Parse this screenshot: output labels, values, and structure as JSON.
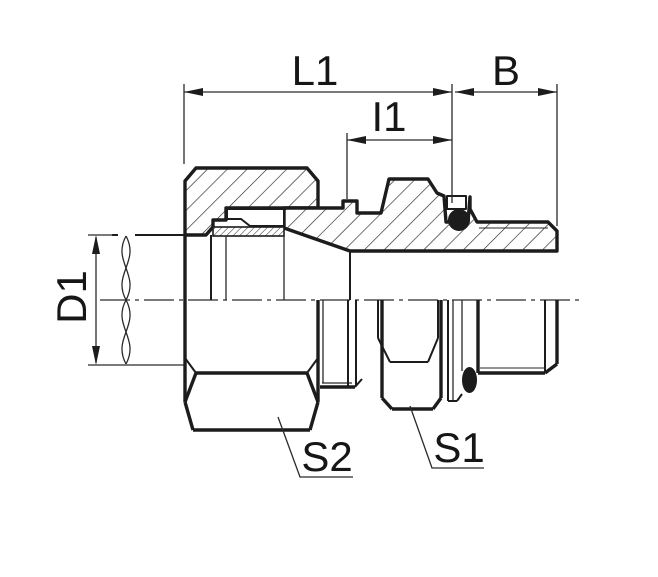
{
  "drawing": {
    "labels": {
      "l1": "L1",
      "b": "B",
      "i1": "I1",
      "d1": "D1",
      "s2": "S2",
      "s1": "S1"
    }
  },
  "colors": {
    "line": "#1c1c1c",
    "background": "#ffffff"
  }
}
